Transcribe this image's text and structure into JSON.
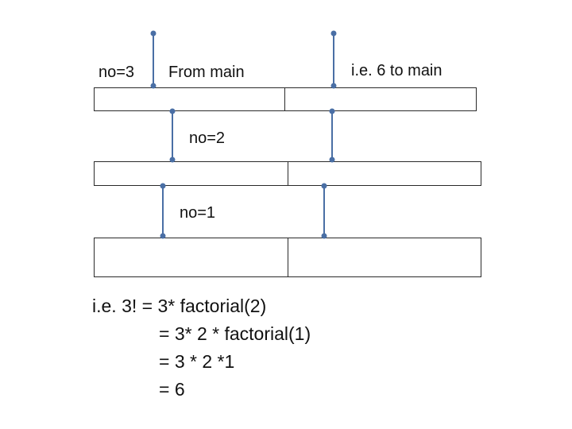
{
  "labels": {
    "no3": "no=3",
    "from_main": "From main",
    "return_main": "i.e. 6 to main",
    "no2": "no=2",
    "no1": "no=1"
  },
  "calculation": {
    "line1": "i.e. 3! = 3* factorial(2)",
    "line2": "= 3* 2 * factorial(1)",
    "line3": "= 3 * 2 *1",
    "line4": "= 6"
  },
  "colors": {
    "arrow": "#4a6fa5",
    "box_border": "#2a2a2a"
  }
}
